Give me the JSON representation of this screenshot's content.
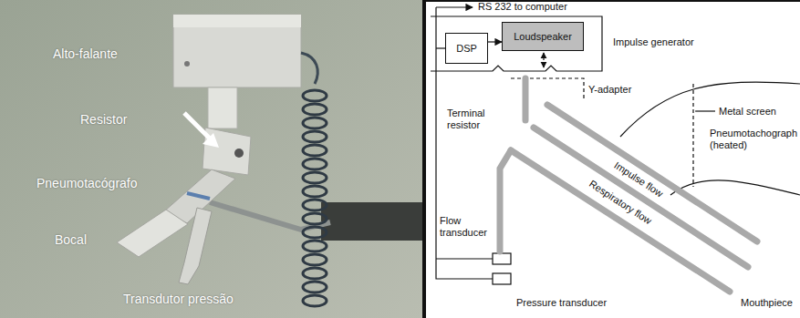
{
  "diagram": {
    "nodes": [
      {
        "text": [
          "DSP"
        ]
      },
      {
        "text": [
          "Loudspeaker"
        ]
      }
    ],
    "edges": [
      {
        "from": 0,
        "to": 1,
        "arrow": "to"
      }
    ],
    "labels": [
      "Alto-falante",
      "Resistor",
      "Pneumotacógrafo",
      "Bocal",
      "Transdutor pressão",
      "RS 232 to computer",
      "Impulse generator",
      "Y-adapter",
      "Terminal resistor",
      "Metal screen",
      "Impulse flow",
      "Respiratory flow",
      "Pneumotachograph (heated)",
      "Flow transducer",
      "Pressure transducer",
      "Mouthpiece"
    ]
  }
}
